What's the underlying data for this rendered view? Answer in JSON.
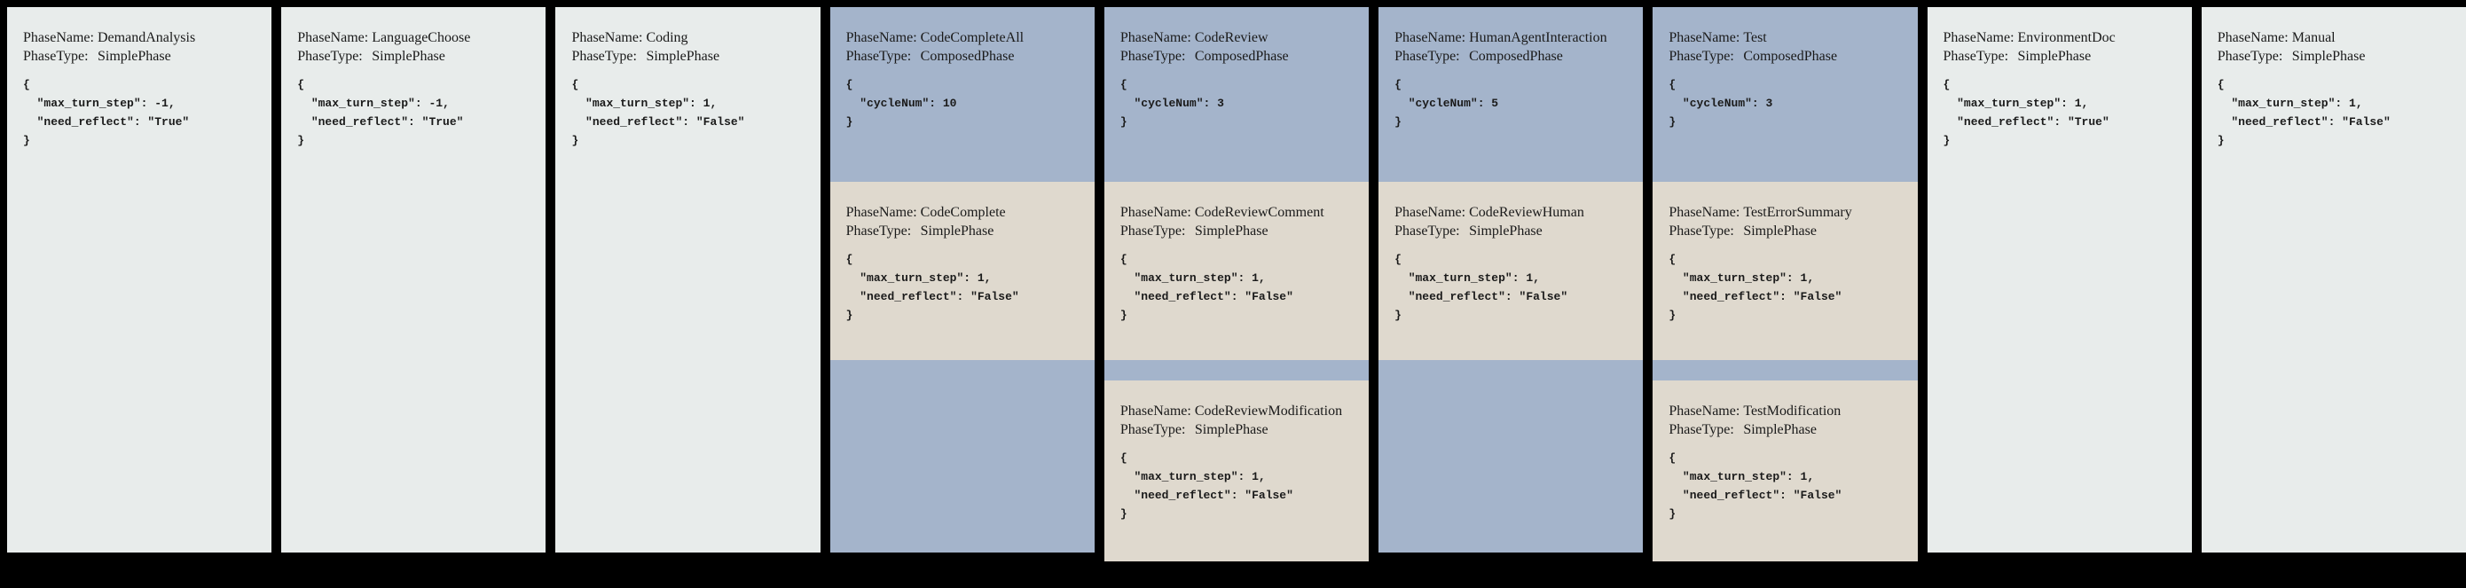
{
  "labels": {
    "phase_name": "PhaseName:",
    "phase_type": "PhaseType:"
  },
  "colors": {
    "page_bg": "#000000",
    "simple_bg": "#e8eceb",
    "composed_bg": "#a4b4cb",
    "nested_bg": "#dfd9ce",
    "text": "#1a1a1a"
  },
  "phases": [
    {
      "name": "DemandAnalysis",
      "type": "SimplePhase",
      "config": [
        "{",
        "  \"max_turn_step\": -1,",
        "  \"need_reflect\": \"True\"",
        "}"
      ],
      "children": []
    },
    {
      "name": "LanguageChoose",
      "type": "SimplePhase",
      "config": [
        "{",
        "  \"max_turn_step\": -1,",
        "  \"need_reflect\": \"True\"",
        "}"
      ],
      "children": []
    },
    {
      "name": "Coding",
      "type": "SimplePhase",
      "config": [
        "{",
        "  \"max_turn_step\": 1,",
        "  \"need_reflect\": \"False\"",
        "}"
      ],
      "children": []
    },
    {
      "name": "CodeCompleteAll",
      "type": "ComposedPhase",
      "config": [
        "{",
        "  \"cycleNum\": 10",
        "}"
      ],
      "children": [
        {
          "name": "CodeComplete",
          "type": "SimplePhase",
          "config": [
            "{",
            "  \"max_turn_step\": 1,",
            "  \"need_reflect\": \"False\"",
            "}"
          ]
        }
      ]
    },
    {
      "name": "CodeReview",
      "type": "ComposedPhase",
      "config": [
        "{",
        "  \"cycleNum\": 3",
        "}"
      ],
      "children": [
        {
          "name": "CodeReviewComment",
          "type": "SimplePhase",
          "config": [
            "{",
            "  \"max_turn_step\": 1,",
            "  \"need_reflect\": \"False\"",
            "}"
          ]
        },
        {
          "name": "CodeReviewModification",
          "type": "SimplePhase",
          "config": [
            "{",
            "  \"max_turn_step\": 1,",
            "  \"need_reflect\": \"False\"",
            "}"
          ]
        }
      ]
    },
    {
      "name": "HumanAgentInteraction",
      "type": "ComposedPhase",
      "config": [
        "{",
        "  \"cycleNum\": 5",
        "}"
      ],
      "children": [
        {
          "name": "CodeReviewHuman",
          "type": "SimplePhase",
          "config": [
            "{",
            "  \"max_turn_step\": 1,",
            "  \"need_reflect\": \"False\"",
            "}"
          ]
        }
      ]
    },
    {
      "name": "Test",
      "type": "ComposedPhase",
      "config": [
        "{",
        "  \"cycleNum\": 3",
        "}"
      ],
      "children": [
        {
          "name": "TestErrorSummary",
          "type": "SimplePhase",
          "config": [
            "{",
            "  \"max_turn_step\": 1,",
            "  \"need_reflect\": \"False\"",
            "}"
          ]
        },
        {
          "name": "TestModification",
          "type": "SimplePhase",
          "config": [
            "{",
            "  \"max_turn_step\": 1,",
            "  \"need_reflect\": \"False\"",
            "}"
          ]
        }
      ]
    },
    {
      "name": "EnvironmentDoc",
      "type": "SimplePhase",
      "config": [
        "{",
        "  \"max_turn_step\": 1,",
        "  \"need_reflect\": \"True\"",
        "}"
      ],
      "children": []
    },
    {
      "name": "Manual",
      "type": "SimplePhase",
      "config": [
        "{",
        "  \"max_turn_step\": 1,",
        "  \"need_reflect\": \"False\"",
        "}"
      ],
      "children": []
    }
  ]
}
